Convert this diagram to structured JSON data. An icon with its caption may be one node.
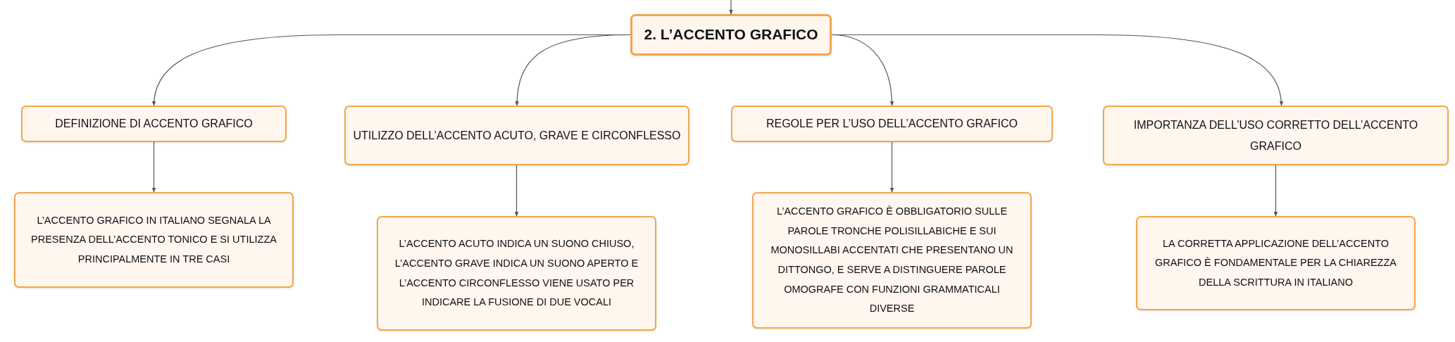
{
  "diagram": {
    "nodes": [
      {
        "text": [
          "2. L’ACCENTO GRAFICO"
        ]
      },
      {
        "text": [
          "DEFINIZIONE DI ACCENTO GRAFICO"
        ]
      },
      {
        "text": [
          "UTILIZZO DELL’ACCENTO ACUTO, GRAVE E CIRCONFLESSO"
        ]
      },
      {
        "text": [
          "REGOLE PER L’USO DELL’ACCENTO GRAFICO"
        ]
      },
      {
        "text": [
          "IMPORTANZA DELL’USO CORRETTO DELL’ACCENTO GRAFICO"
        ]
      },
      {
        "text": [
          "L’ACCENTO GRAFICO IN ITALIANO SEGNALA LA PRESENZA DELL’ACCENTO TONICO E SI UTILIZZA PRINCIPALMENTE IN TRE CASI"
        ]
      },
      {
        "text": [
          "L’ACCENTO ACUTO INDICA UN SUONO CHIUSO, L’ACCENTO GRAVE INDICA UN SUONO APERTO E L’ACCENTO CIRCONFLESSO VIENE USATO PER INDICARE LA FUSIONE DI DUE VOCALI"
        ]
      },
      {
        "text": [
          "L’ACCENTO GRAFICO È OBBLIGATORIO SULLE PAROLE TRONCHE POLISILLABICHE E SUI MONOSILLABI ACCENTATI CHE PRESENTANO UN DITTONGO, E SERVE A DISTINGUERE PAROLE OMOGRAFE CON FUNZIONI GRAMMATICALI DIVERSE"
        ]
      },
      {
        "text": [
          "LA CORRETTA APPLICAZIONE DELL’ACCENTO GRAFICO È FONDAMENTALE PER LA CHIAREZZA DELLA SCRITTURA IN ITALIANO"
        ]
      }
    ],
    "edges": [
      {
        "from": null,
        "to": 0,
        "arrow": "to"
      },
      {
        "from": 0,
        "to": 1,
        "arrow": "to"
      },
      {
        "from": 0,
        "to": 2,
        "arrow": "to"
      },
      {
        "from": 0,
        "to": 3,
        "arrow": "to"
      },
      {
        "from": 0,
        "to": 4,
        "arrow": "to"
      },
      {
        "from": 1,
        "to": 5,
        "arrow": "to"
      },
      {
        "from": 2,
        "to": 6,
        "arrow": "to"
      },
      {
        "from": 3,
        "to": 7,
        "arrow": "to"
      },
      {
        "from": 4,
        "to": 8,
        "arrow": "to"
      }
    ]
  }
}
